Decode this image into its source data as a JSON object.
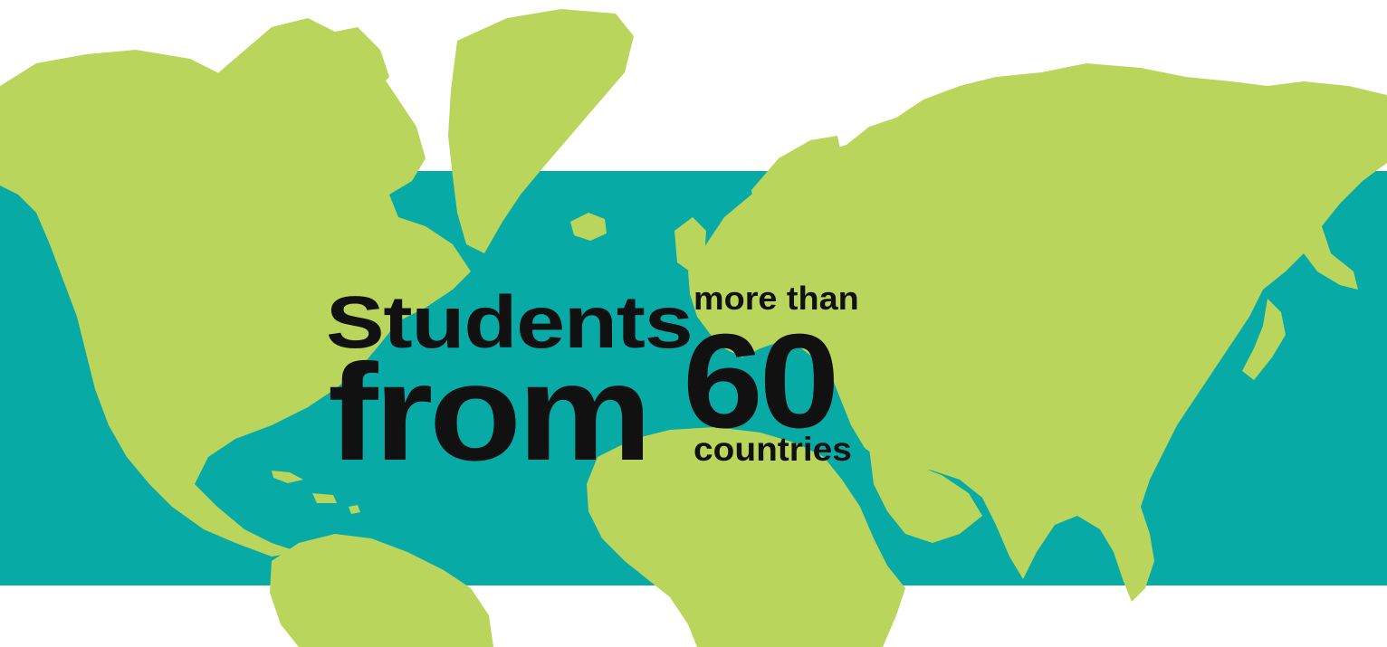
{
  "colors": {
    "background": "#ffffff",
    "band": "#08aaa6",
    "land": "#bad55b",
    "text": "#111111"
  },
  "headline": {
    "line1": "Students",
    "line2": "from",
    "qualifier": "more than",
    "number": "60",
    "unit": "countries"
  }
}
